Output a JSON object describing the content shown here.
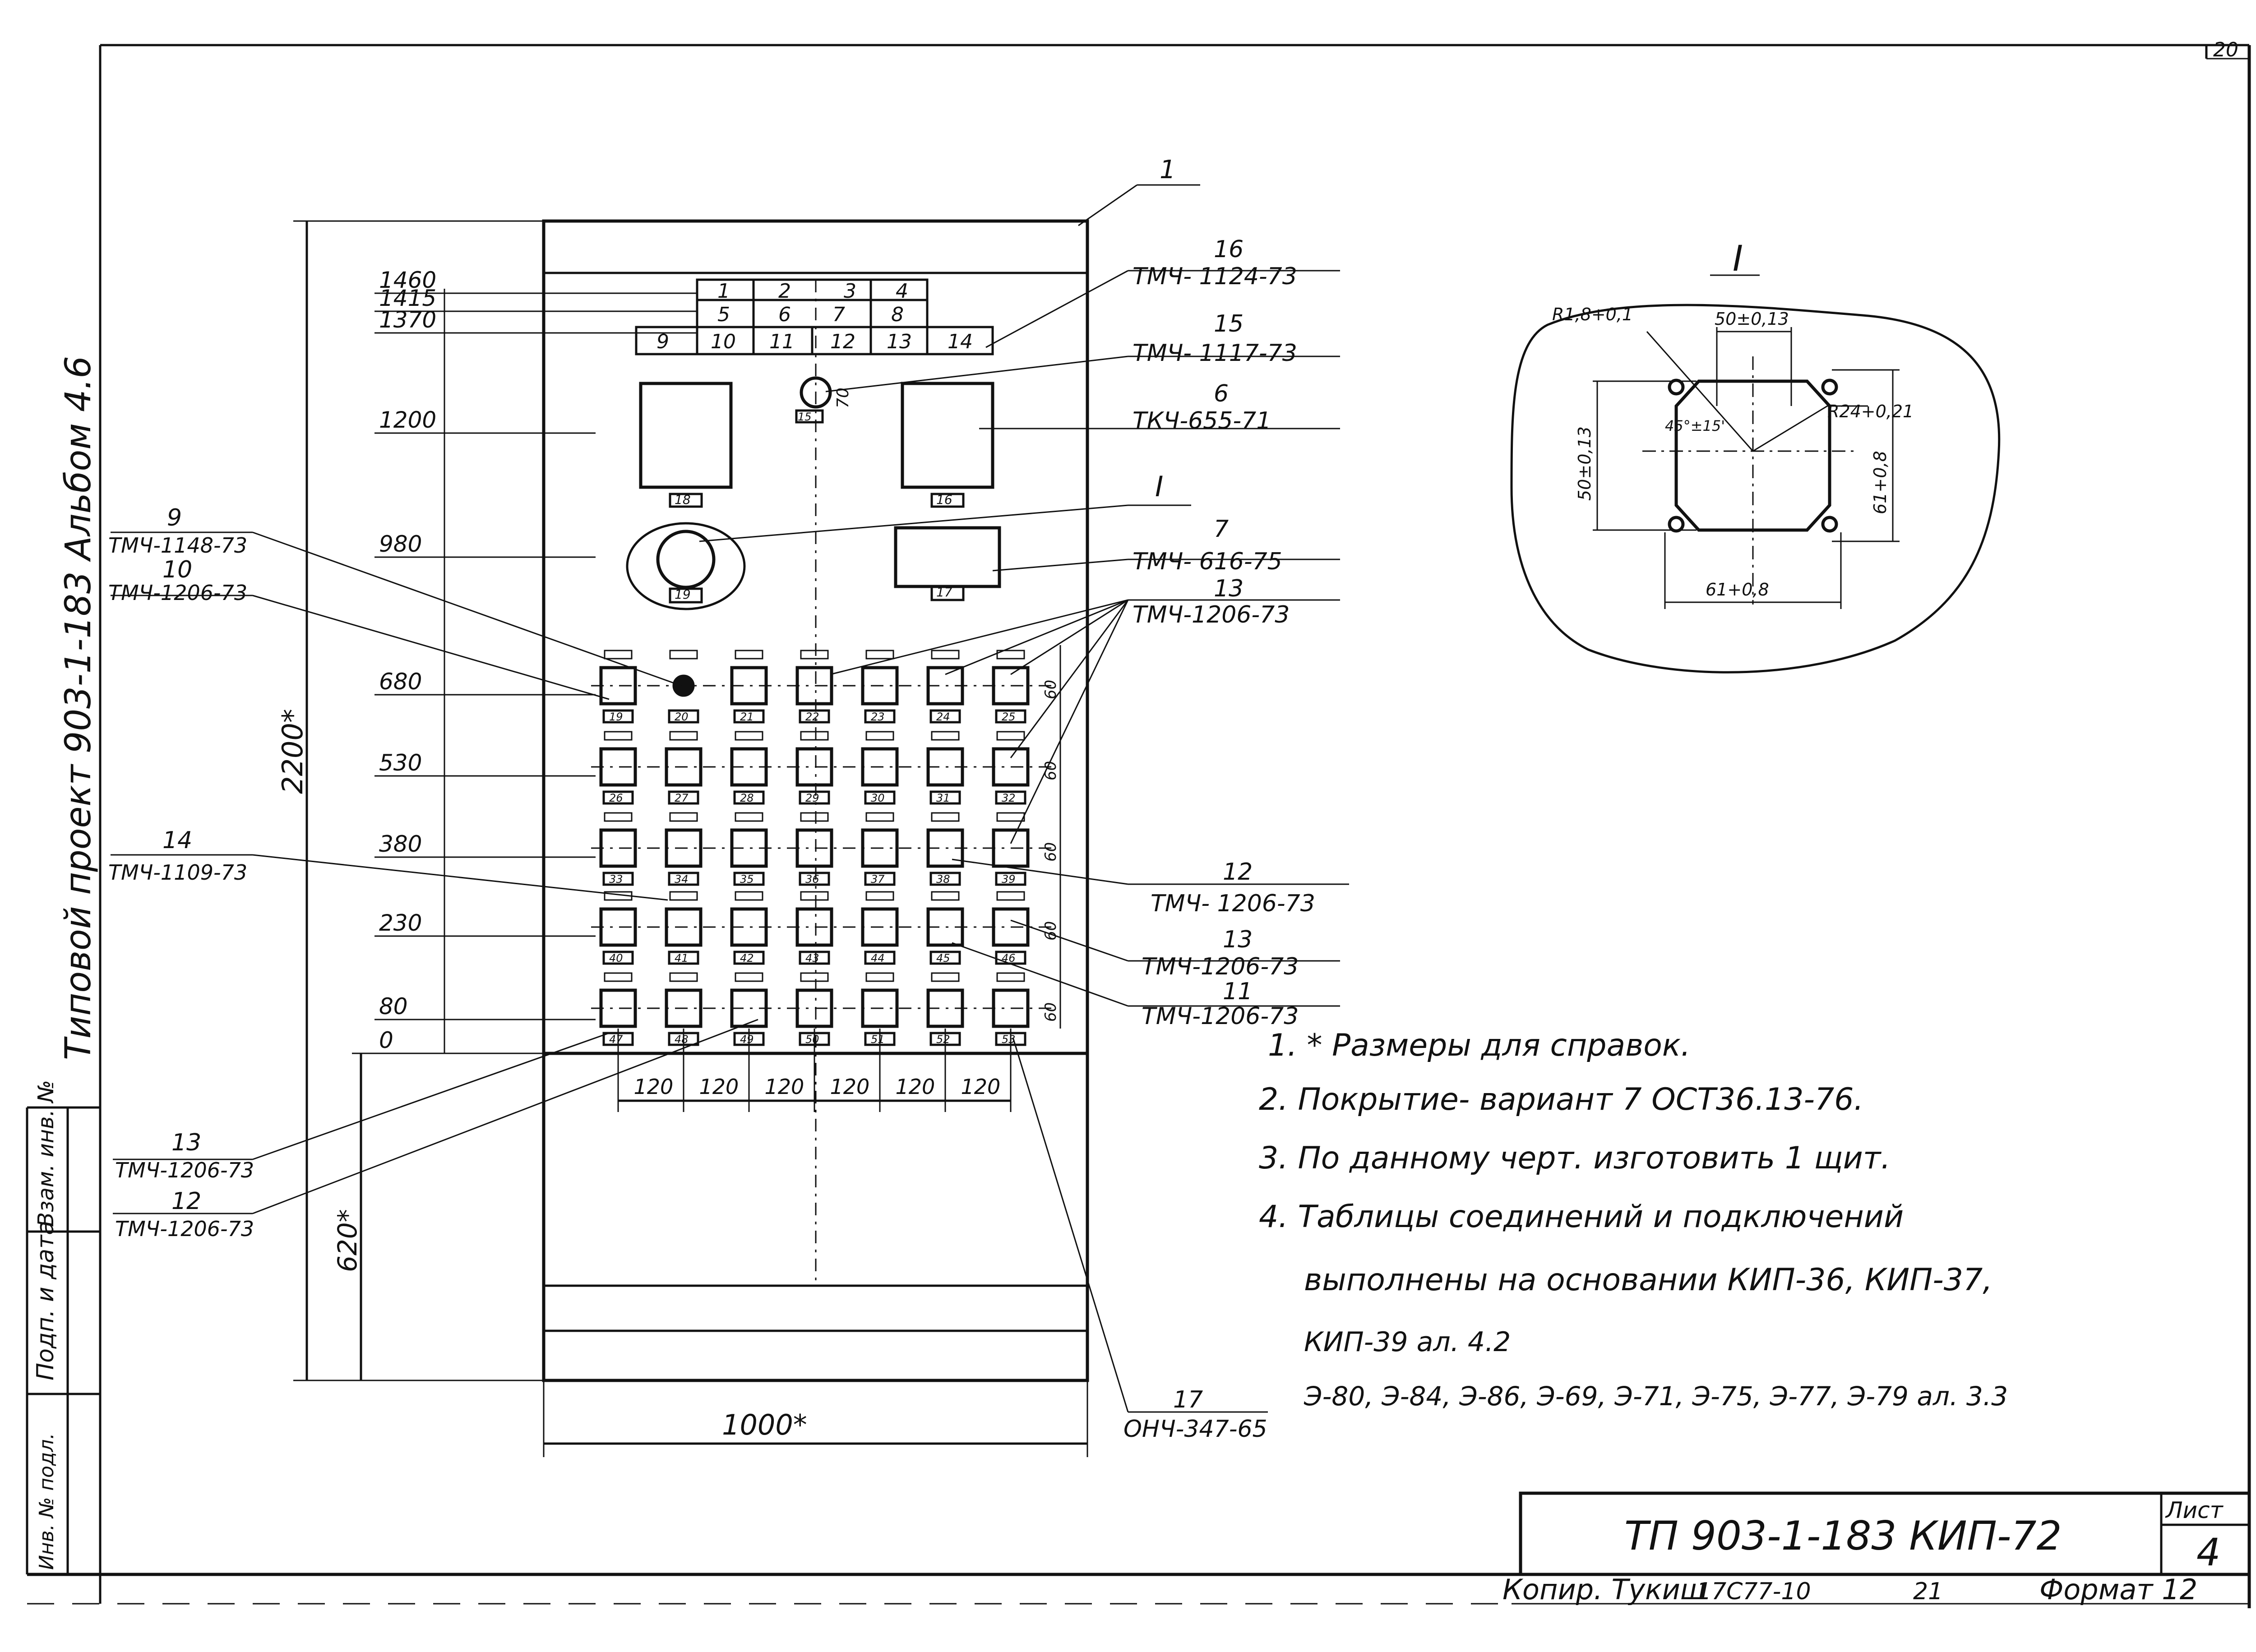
{
  "sheet": {
    "corner_number": "20",
    "sheet_label": "Лист",
    "sheet_number": "4",
    "title": "ТП 903-1-183   КИП-72",
    "copied_by": "Копир.  Тукиш",
    "copy_id": "17С77-10",
    "copy_extra": "21",
    "format_label": "Формат 12"
  },
  "side_margin": {
    "album_title": "Типовой   проект     903-1-183     Альбом 4.6",
    "stamp_fields": [
      "Инв. № подл.",
      "Подп. и дата",
      "Взам. инв. №"
    ]
  },
  "panel": {
    "callout_1": "1",
    "height_dim": "2200*",
    "width_dim": "1000*",
    "bottom_dim": "620*",
    "level_marks": [
      "1460",
      "1415",
      "1370",
      "1200",
      "980",
      "680",
      "530",
      "380",
      "230",
      "80",
      "0"
    ],
    "top_row_a": [
      "1",
      "2",
      "3",
      "4"
    ],
    "top_row_b": [
      "5",
      "6",
      "7",
      "8"
    ],
    "top_row_c": [
      "9",
      "10",
      "11",
      "12",
      "13",
      "14"
    ],
    "device_tags": [
      "15",
      "16",
      "17",
      "18",
      "19"
    ],
    "pitch_labels": [
      "120",
      "120",
      "120",
      "120",
      "120",
      "120"
    ],
    "row_pitch_labels": [
      "60",
      "60",
      "60",
      "60",
      "60"
    ],
    "grid_numbers": [
      [
        "19",
        "20",
        "21",
        "22",
        "23",
        "24",
        "25"
      ],
      [
        "26",
        "27",
        "28",
        "29",
        "30",
        "31",
        "32"
      ],
      [
        "33",
        "34",
        "35",
        "36",
        "37",
        "38",
        "39"
      ],
      [
        "40",
        "41",
        "42",
        "43",
        "44",
        "45",
        "46"
      ],
      [
        "47",
        "48",
        "49",
        "50",
        "51",
        "52",
        "53"
      ]
    ]
  },
  "callouts": [
    {
      "num": "16",
      "code": "ТМЧ- 1124-73"
    },
    {
      "num": "15",
      "code": "ТМЧ- 1117-73"
    },
    {
      "num": "6",
      "code": "ТКЧ-655-71"
    },
    {
      "num": "I",
      "code": ""
    },
    {
      "num": "7",
      "code": "ТМЧ- 616-75"
    },
    {
      "num": "13",
      "code": "ТМЧ-1206-73"
    },
    {
      "num": "12",
      "code": "ТМЧ- 1206-73"
    },
    {
      "num": "13",
      "code": "ТМЧ-1206-73"
    },
    {
      "num": "11",
      "code": "ТМЧ-1206-73"
    },
    {
      "num": "17",
      "code": "ОНЧ-347-65"
    },
    {
      "num": "9",
      "code": "ТМЧ-1148-73"
    },
    {
      "num": "10",
      "code": "ТМЧ-1206-73"
    },
    {
      "num": "14",
      "code": "ТМЧ-1109-73"
    },
    {
      "num": "13",
      "code": "ТМЧ-1206-73"
    },
    {
      "num": "12",
      "code": "ТМЧ-1206-73"
    }
  ],
  "detail": {
    "label": "I",
    "dim_radius_small": "R1,8+0,1",
    "dim_top": "50±0,13",
    "dim_left": "50±0,13",
    "dim_angle": "45°±15'",
    "dim_radius_large": "R24+0,21",
    "dim_right": "61+0,8",
    "dim_bottom": "61+0,8"
  },
  "notes": [
    "1. * Размеры для справок.",
    "2. Покрытие- вариант  7  ОСТ36.13-76.",
    "3. По данному черт. изготовить  1 щит.",
    "4. Таблицы соединений и подключений",
    "выполнены на основании КИП-36, КИП-37,",
    "КИП-39 ал. 4.2",
    "Э-80, Э-84, Э-86, Э-69, Э-71, Э-75, Э-77, Э-79 ал. 3.3"
  ]
}
